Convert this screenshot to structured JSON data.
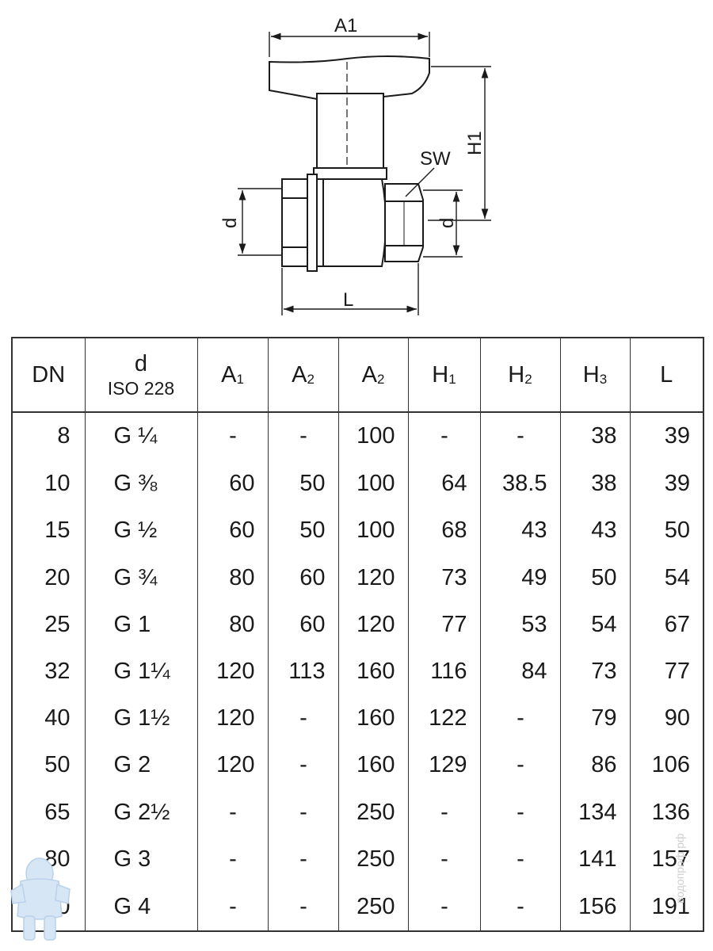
{
  "drawing": {
    "labels": {
      "a1": "A1",
      "h1": "H1",
      "sw": "SW",
      "d_left": "d",
      "d_right": "d",
      "l": "L"
    }
  },
  "table": {
    "headers": [
      {
        "main": "DN",
        "sub": ""
      },
      {
        "main": "d",
        "sub": "ISO 228"
      },
      {
        "main": "A",
        "sub": "1"
      },
      {
        "main": "A",
        "sub": "2"
      },
      {
        "main": "A",
        "sub": "2"
      },
      {
        "main": "H",
        "sub": "1"
      },
      {
        "main": "H",
        "sub": "2"
      },
      {
        "main": "H",
        "sub": "3"
      },
      {
        "main": "L",
        "sub": ""
      }
    ],
    "rows": [
      [
        "8",
        "G ¼",
        "-",
        "-",
        "100",
        "-",
        "-",
        "38",
        "39"
      ],
      [
        "10",
        "G ⅜",
        "60",
        "50",
        "100",
        "64",
        "38.5",
        "38",
        "39"
      ],
      [
        "15",
        "G ½",
        "60",
        "50",
        "100",
        "68",
        "43",
        "43",
        "50"
      ],
      [
        "20",
        "G ¾",
        "80",
        "60",
        "120",
        "73",
        "49",
        "50",
        "54"
      ],
      [
        "25",
        "G 1",
        "80",
        "60",
        "120",
        "77",
        "53",
        "54",
        "67"
      ],
      [
        "32",
        "G 1¼",
        "120",
        "113",
        "160",
        "116",
        "84",
        "73",
        "77"
      ],
      [
        "40",
        "G 1½",
        "120",
        "-",
        "160",
        "122",
        "-",
        "79",
        "90"
      ],
      [
        "50",
        "G 2",
        "120",
        "-",
        "160",
        "129",
        "-",
        "86",
        "106"
      ],
      [
        "65",
        "G 2½",
        "-",
        "-",
        "250",
        "-",
        "-",
        "134",
        "136"
      ],
      [
        "80",
        "G 3",
        "-",
        "-",
        "250",
        "-",
        "-",
        "141",
        "157"
      ],
      [
        "100",
        "G 4",
        "-",
        "-",
        "250",
        "-",
        "-",
        "156",
        "191"
      ]
    ]
  },
  "watermark": {
    "mascot_icon": "plumber-mascot-icon",
    "text": "водопроф.рф"
  }
}
